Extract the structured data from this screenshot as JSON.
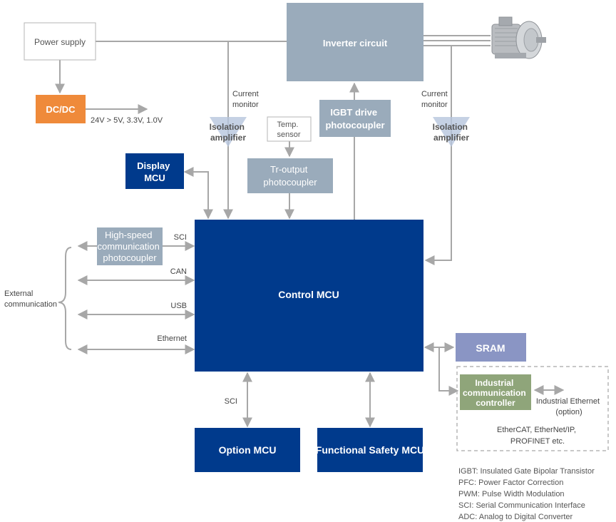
{
  "blocks": {
    "power_supply": "Power supply",
    "dcdc": "DC/DC",
    "dcdc_output": "24V > 5V, 3.3V, 1.0V",
    "inverter": "Inverter circuit",
    "current_monitor_left": [
      "Current",
      "monitor"
    ],
    "current_monitor_right": [
      "Current",
      "monitor"
    ],
    "isolation_amp_left": [
      "Isolation",
      "amplifier"
    ],
    "isolation_amp_right": [
      "Isolation",
      "amplifier"
    ],
    "temp_sensor": [
      "Temp.",
      "sensor"
    ],
    "igbt_drive": [
      "IGBT drive",
      "photocoupler"
    ],
    "tr_output": [
      "Tr-output",
      "photocoupler"
    ],
    "display_mcu": [
      "Display",
      "MCU"
    ],
    "high_speed": [
      "High-speed",
      "communication",
      "photocoupler"
    ],
    "control_mcu": "Control MCU",
    "option_mcu": "Option MCU",
    "functional_safety_mcu": "Functional Safety MCU",
    "sram": "SRAM",
    "industrial_comm": [
      "Industrial",
      "communication",
      "controller"
    ],
    "industrial_ethernet": [
      "Industrial Ethernet",
      "(option)"
    ],
    "protocols": [
      "EtherCAT, EtherNet/IP,",
      "PROFINET etc."
    ]
  },
  "links": {
    "sci": "SCI",
    "can": "CAN",
    "usb": "USB",
    "ethernet": "Ethernet",
    "sci_bottom": "SCI",
    "external": [
      "External",
      "communication"
    ]
  },
  "legend": [
    "IGBT: Insulated Gate Bipolar Transistor",
    "PFC: Power Factor Correction",
    "PWM: Pulse Width Modulation",
    "SCI: Serial Communication Interface",
    "ADC: Analog to Digital Converter"
  ],
  "colors": {
    "navy": "#003a8c",
    "gray_box": "#9aabbb",
    "orange": "#ef8a3a",
    "sram": "#8a95c4",
    "green": "#8fa57a",
    "arrow": "#a7a7a7"
  }
}
